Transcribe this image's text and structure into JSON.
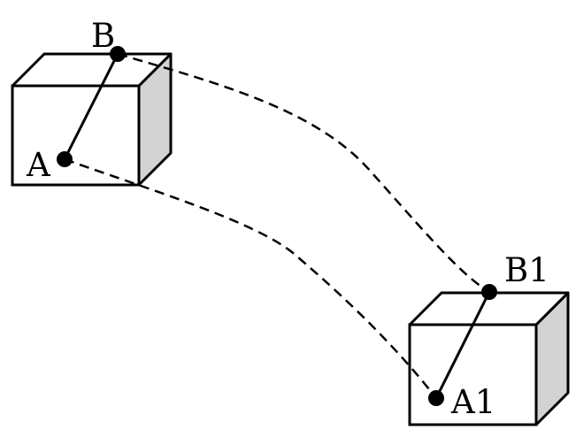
{
  "points": {
    "a": "A",
    "b": "B",
    "a1": "A1",
    "b1": "B1"
  },
  "colors": {
    "stroke": "#000000",
    "box_face": "#ffffff",
    "box_side": "#d3d3d3",
    "point_fill": "#000000"
  }
}
